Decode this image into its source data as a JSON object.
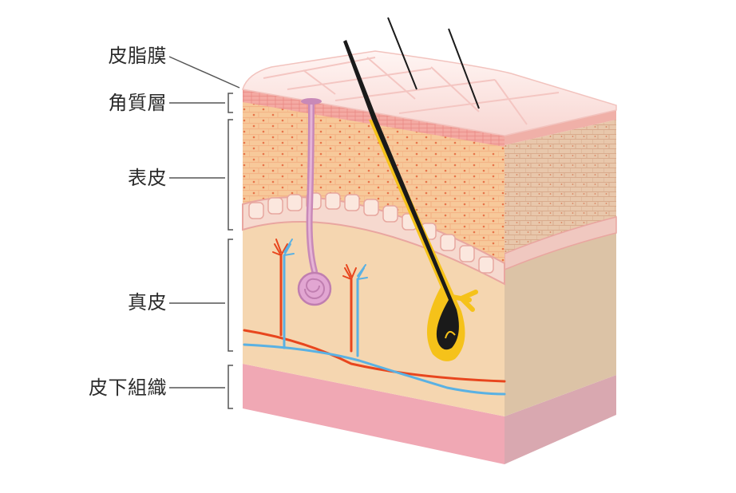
{
  "labels": {
    "sebum_film": "皮脂膜",
    "stratum_corneum": "角質層",
    "epidermis": "表皮",
    "dermis": "真皮",
    "subcutaneous": "皮下組織"
  },
  "colors": {
    "cornea_top": "#fbe4e2",
    "epidermis": "#f6cfa0",
    "dermis_front": "#f5d6b0",
    "dermis_side": "#dcc3a6",
    "subcutaneous_front": "#f0a8b4",
    "subcutaneous_side": "#d9a8b0",
    "artery": "#e8461e",
    "vein": "#5ab1e3",
    "hair": "#1a1a1a",
    "follicle": "#f5c21a",
    "sweat_gland": "#c889b8",
    "leader_line": "#555555"
  }
}
